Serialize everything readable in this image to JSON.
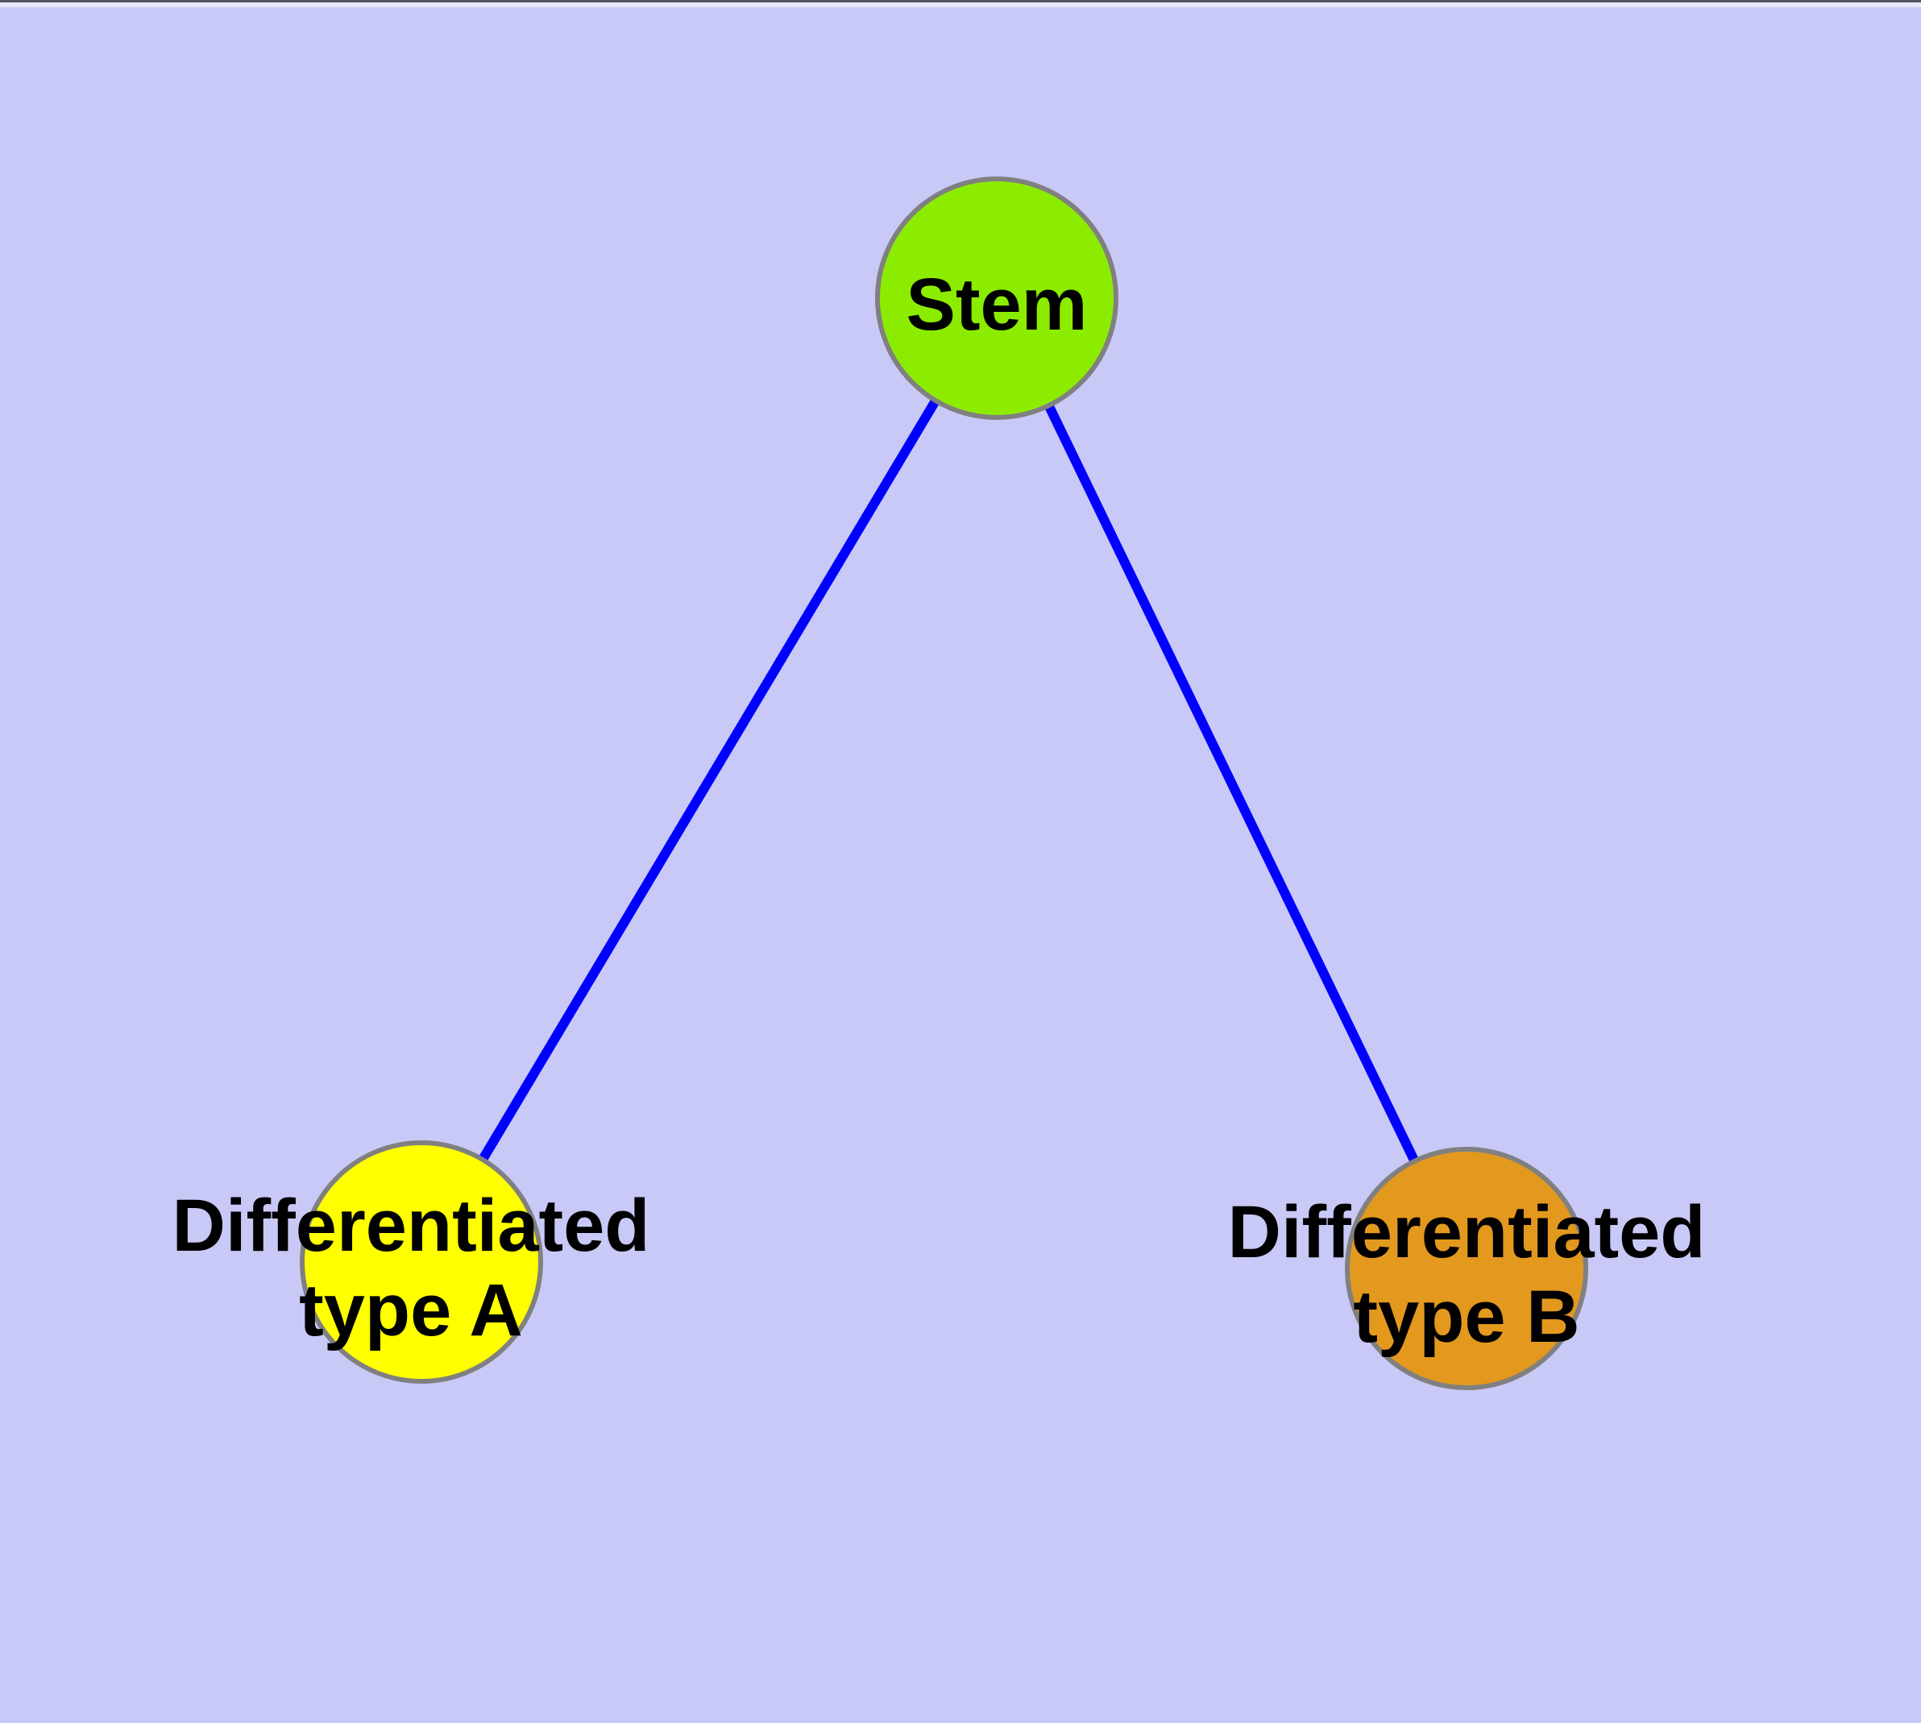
{
  "canvas": {
    "background_color": "#C9C9F7",
    "top_edge_dark_color": "#55555F",
    "top_edge_light_color": "#E7E7FB"
  },
  "graph": {
    "type": "node-link-diagram",
    "text_color": "#000000",
    "edge_color": "#0000FF",
    "node_border_color": "#808080",
    "nodes": {
      "stem": {
        "label": "Stem",
        "fill_color": "#8CEC00"
      },
      "type_a": {
        "label_line1": "Differentiated",
        "label_line2": "type A",
        "label_full": "Differentiated type A",
        "fill_color": "#FFFF00"
      },
      "type_b": {
        "label_line1": "Differentiated",
        "label_line2": "type B",
        "label_full": "Differentiated type B",
        "fill_color": "#E2991E"
      }
    },
    "edges": [
      {
        "from": "Stem",
        "to": "Differentiated type A"
      },
      {
        "from": "Stem",
        "to": "Differentiated type B"
      }
    ]
  }
}
